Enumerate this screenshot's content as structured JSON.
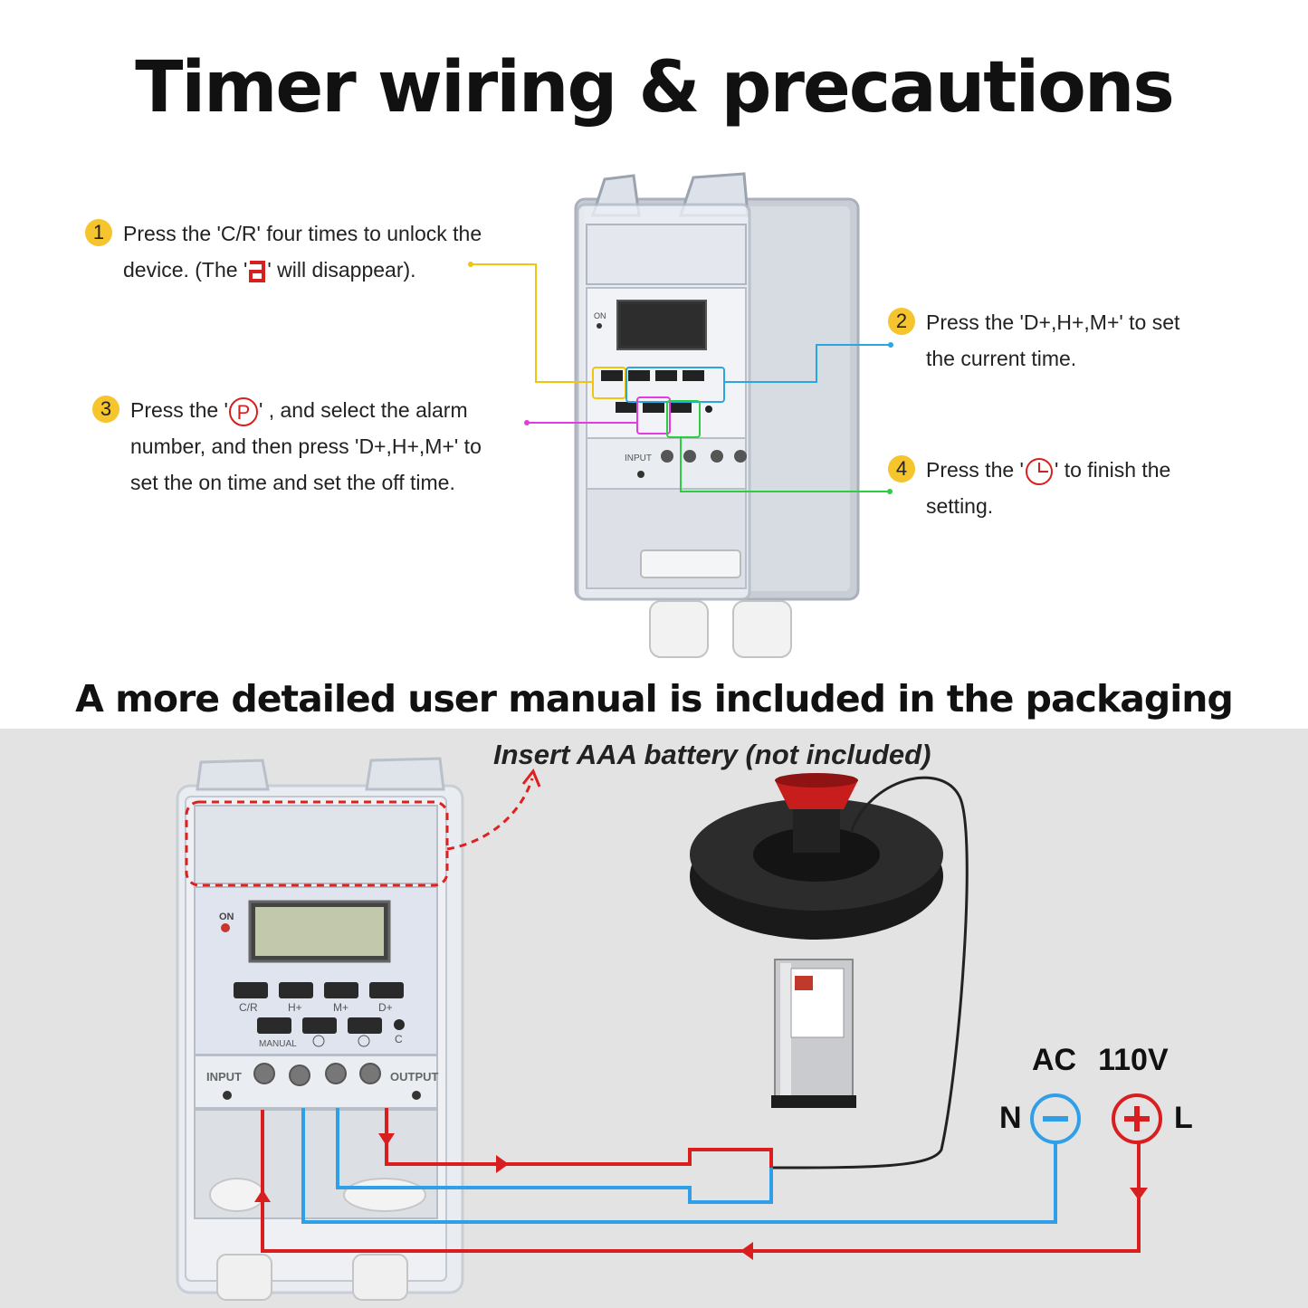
{
  "title": "Timer wiring & precautions",
  "subtitle": "A more detailed user manual is included in the packaging",
  "steps": [
    {
      "num": "1",
      "line1": "Press the 'C/R' four times to unlock the",
      "line2a": "device. (The '",
      "line2b": "' will disappear)."
    },
    {
      "num": "2",
      "line1": "Press the 'D+,H+,M+' to set",
      "line2": "the current time."
    },
    {
      "num": "3",
      "line1a": "Press the '",
      "line1b": "' , and select the alarm",
      "line2": "number, and then press 'D+,H+,M+' to",
      "line3": "set the on time and set the off time."
    },
    {
      "num": "4",
      "line1a": "Press the '",
      "line1b": "' to finish the",
      "line2": "setting."
    }
  ],
  "icons": {
    "lock": "lock-segment-icon",
    "program": "program-p-icon",
    "clock": "clock-icon"
  },
  "timer_labels": {
    "on": "ON",
    "cr": "C/R",
    "hplus": "H+",
    "mplus": "M+",
    "dplus": "D+",
    "manual": "MANUAL",
    "c": "C",
    "input": "INPUT",
    "output": "OUTPUT"
  },
  "battery_note": "Insert AAA battery (not included)",
  "power": {
    "ac": "AC",
    "voltage": "110V",
    "neutral": "N",
    "live": "L"
  },
  "colors": {
    "live": "#d81e1e",
    "neutral": "#2f9fe8",
    "step1": "#f1c40f",
    "step2": "#2aa6e0",
    "step3": "#e23be0",
    "step4": "#2ecc40"
  }
}
